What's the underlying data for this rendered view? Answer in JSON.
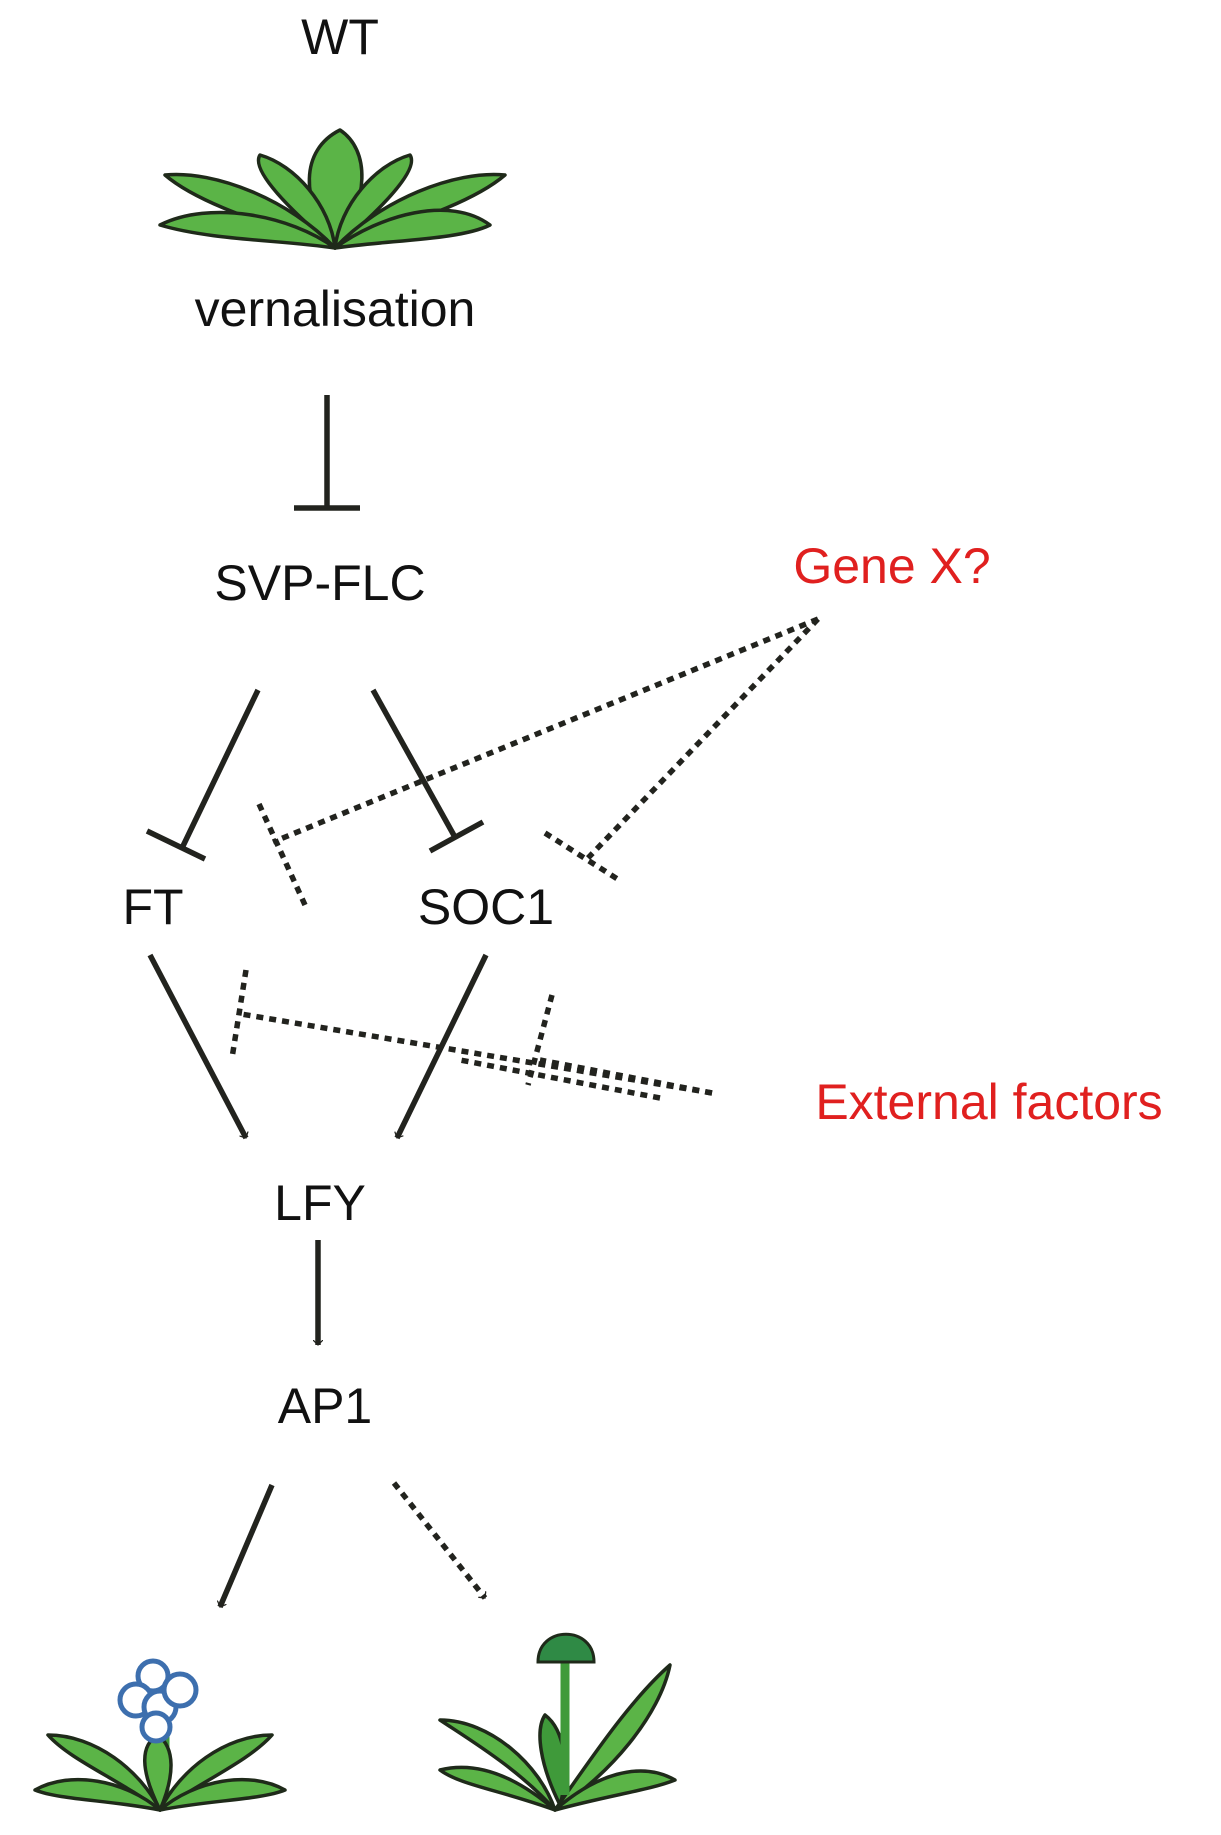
{
  "labels": {
    "wt": "WT",
    "vernalisation": "vernalisation",
    "svp_flc": "SVP-FLC",
    "gene_x": "Gene X?",
    "ft": "FT",
    "soc1": "SOC1",
    "external_factors": "External factors",
    "lfy": "LFY",
    "ap1": "AP1"
  },
  "colors": {
    "text": "#111111",
    "highlight": "#e0201f",
    "leaf": "#5bb447",
    "flower": "#3d6fae"
  },
  "edges": [
    {
      "from": "vernalisation",
      "to": "SVP-FLC",
      "type": "inhibition",
      "style": "solid"
    },
    {
      "from": "SVP-FLC",
      "to": "FT",
      "type": "inhibition",
      "style": "solid"
    },
    {
      "from": "SVP-FLC",
      "to": "SOC1",
      "type": "inhibition",
      "style": "solid"
    },
    {
      "from": "Gene X?",
      "to": "FT",
      "type": "inhibition",
      "style": "dotted"
    },
    {
      "from": "Gene X?",
      "to": "SOC1",
      "type": "inhibition",
      "style": "dotted"
    },
    {
      "from": "FT",
      "to": "LFY",
      "type": "activation",
      "style": "solid"
    },
    {
      "from": "SOC1",
      "to": "LFY",
      "type": "activation",
      "style": "solid"
    },
    {
      "from": "External factors",
      "to": "FT-LFY",
      "type": "inhibition",
      "style": "dotted"
    },
    {
      "from": "External factors",
      "to": "SOC1-LFY",
      "type": "inhibition",
      "style": "dotted"
    },
    {
      "from": "LFY",
      "to": "AP1",
      "type": "activation",
      "style": "solid"
    },
    {
      "from": "AP1",
      "to": "flowering-plant",
      "type": "activation",
      "style": "solid"
    },
    {
      "from": "AP1",
      "to": "bud-plant",
      "type": "activation",
      "style": "dotted"
    }
  ]
}
